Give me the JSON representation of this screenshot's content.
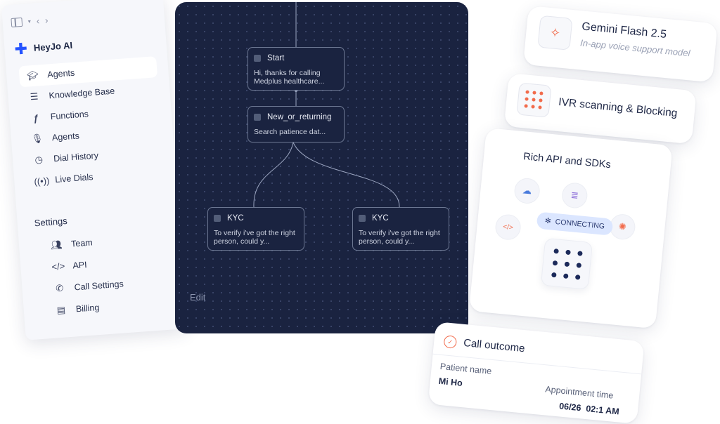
{
  "sidebar": {
    "brand": "HeyJo AI",
    "items": [
      {
        "label": "Agents",
        "icon": "graduation-cap-icon",
        "active": true
      },
      {
        "label": "Knowledge Base",
        "icon": "database-icon"
      },
      {
        "label": "Functions",
        "icon": "function-icon"
      },
      {
        "label": "Agents",
        "icon": "microphone-icon"
      },
      {
        "label": "Dial History",
        "icon": "clock-icon"
      },
      {
        "label": "Live Dials",
        "icon": "broadcast-icon"
      }
    ],
    "settings_title": "Settings",
    "settings_items": [
      {
        "label": "Team",
        "icon": "team-icon"
      },
      {
        "label": "API",
        "icon": "code-icon"
      },
      {
        "label": "Call Settings",
        "icon": "phone-icon"
      },
      {
        "label": "Billing",
        "icon": "billing-icon"
      }
    ]
  },
  "flow": {
    "nodes": [
      {
        "title": "Start",
        "body": "Hi, thanks for calling Medplus healthcare..."
      },
      {
        "title": "New_or_returning",
        "body": "Search patience dat..."
      },
      {
        "title": "KYC",
        "body": "To verify i've got the right person, could y..."
      },
      {
        "title": "KYC",
        "body": "To verify i've got the right person, could y..."
      }
    ],
    "edit_label": "Edit"
  },
  "gemini": {
    "title": "Gemini Flash 2.5",
    "subtitle": "In-app voice support model"
  },
  "ivr": {
    "title": "IVR scanning & Blocking"
  },
  "api": {
    "title": "Rich API and SDKs",
    "status": "CONNECTING"
  },
  "outcome": {
    "title": "Call outcome",
    "patient_label": "Patient name",
    "patient_value": "Mi Ho",
    "appointment_label": "Appointment time",
    "appointment_value": "06/26  02:1 AM"
  },
  "colors": {
    "accent": "#2453ff",
    "orange": "#f26b4b",
    "canvas": "#1a2340"
  }
}
